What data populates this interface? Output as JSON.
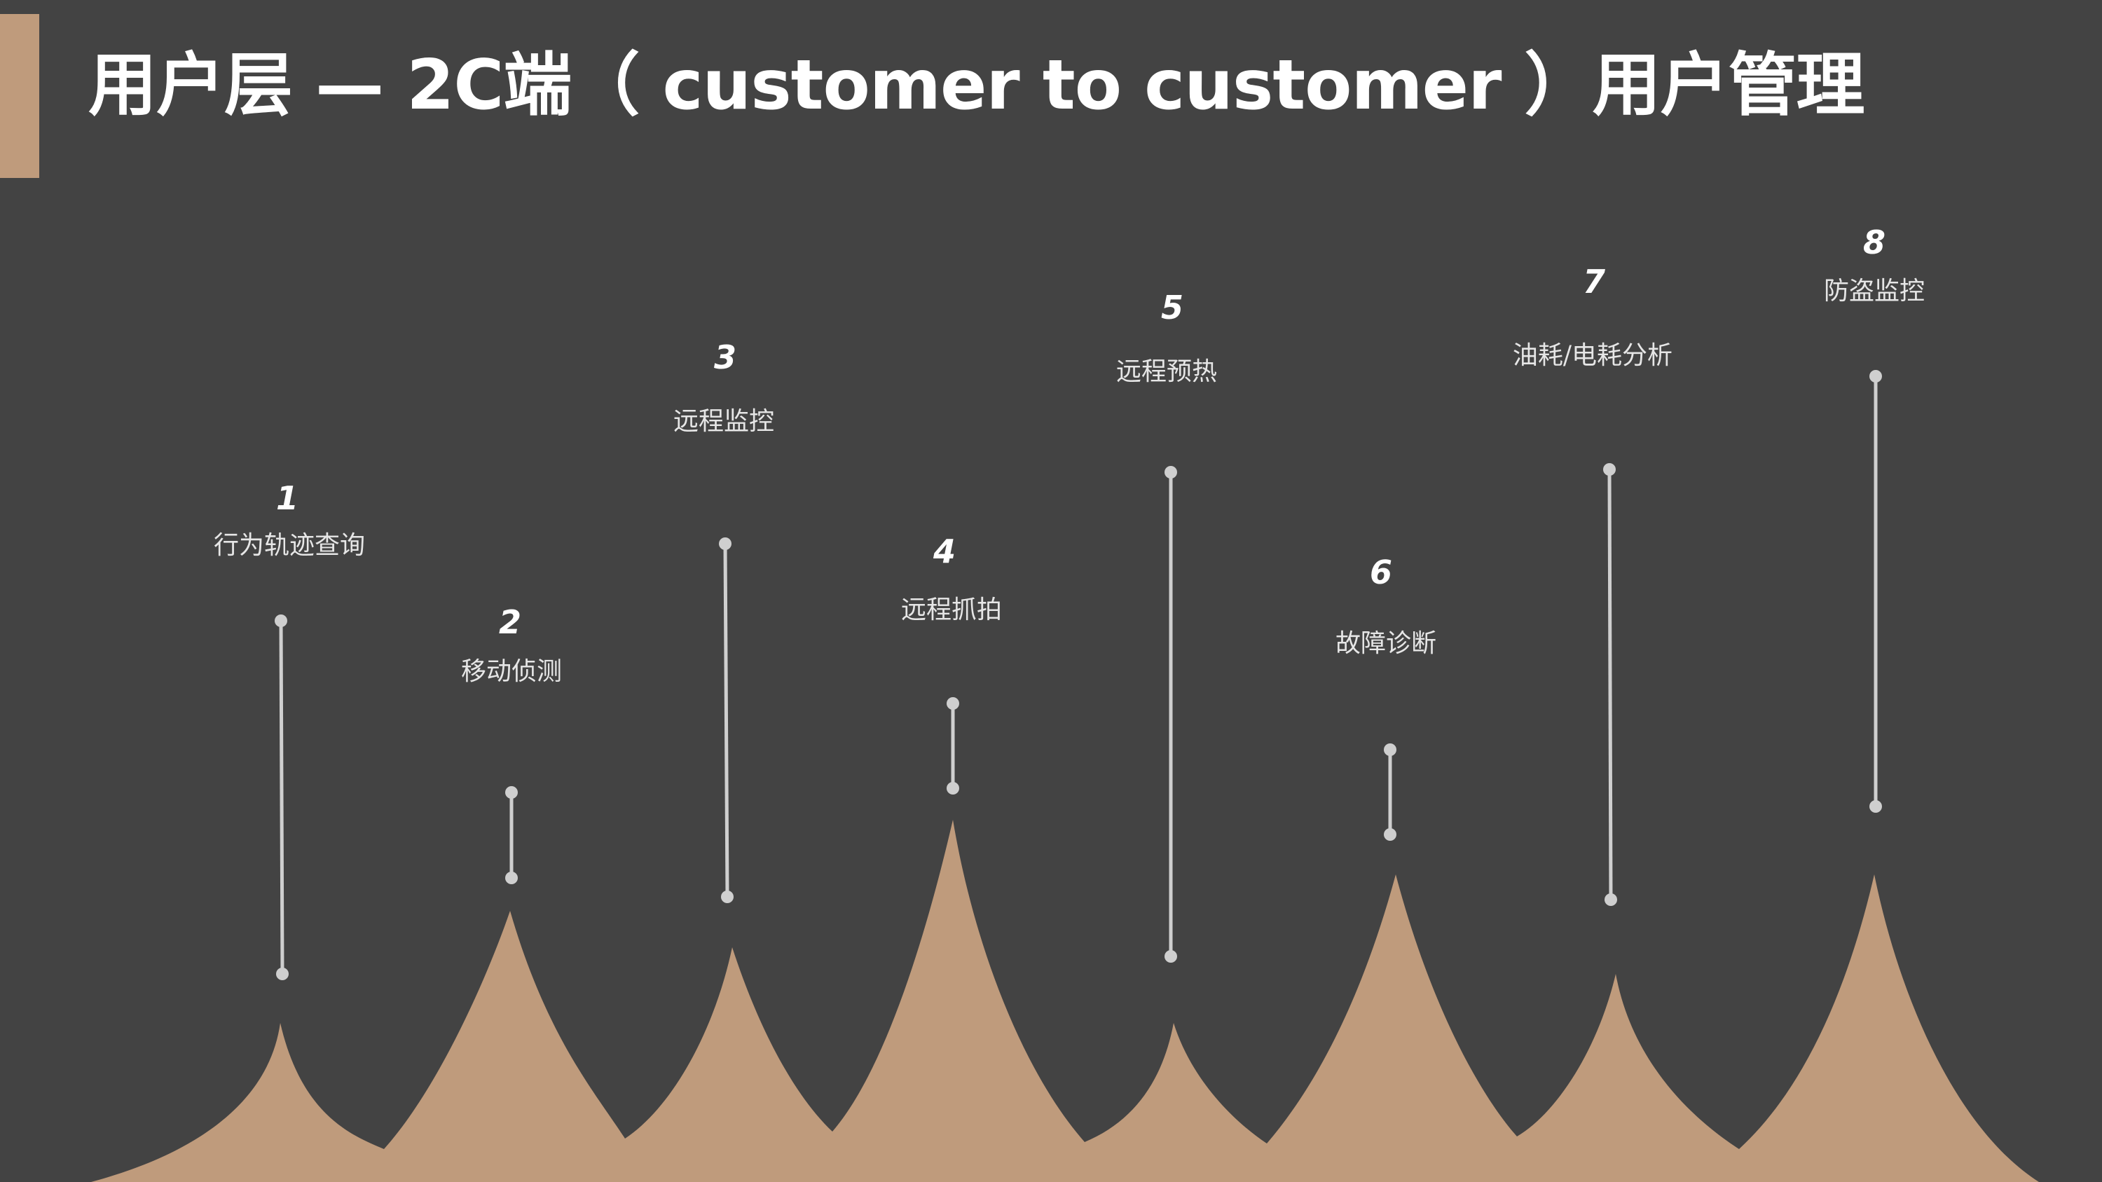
{
  "title": "用户层 — 2C端（ customer to customer ）用户管理",
  "colors": {
    "background": "#434343",
    "accent": "#bf9b7c",
    "line": "#cfcfcf",
    "text": "#ffffff"
  },
  "items": [
    {
      "number": "1",
      "label": "行为轨迹查询"
    },
    {
      "number": "2",
      "label": "移动侦测"
    },
    {
      "number": "3",
      "label": "远程监控"
    },
    {
      "number": "4",
      "label": "远程抓拍"
    },
    {
      "number": "5",
      "label": "远程预热"
    },
    {
      "number": "6",
      "label": "故障诊断"
    },
    {
      "number": "7",
      "label": "油耗/电耗分析"
    },
    {
      "number": "8",
      "label": "防盗监控"
    }
  ]
}
